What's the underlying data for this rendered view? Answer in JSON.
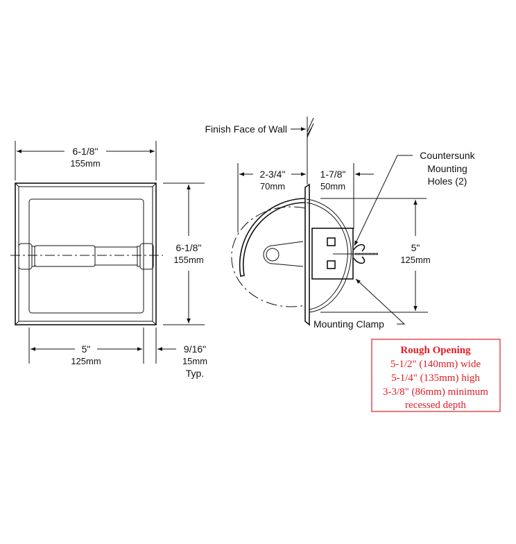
{
  "front_view": {
    "width_in": "6-1/8\"",
    "width_mm": "155mm",
    "height_in": "6-1/8\"",
    "height_mm": "155mm",
    "opening_in": "5\"",
    "opening_mm": "125mm",
    "flange_in": "9/16\"",
    "flange_mm": "15mm",
    "flange_note": "Typ."
  },
  "side_view": {
    "wall_label": "Finish Face of Wall",
    "projection_in": "2-3/4\"",
    "projection_mm": "70mm",
    "depth_in": "1-7/8\"",
    "depth_mm": "50mm",
    "holes_label": [
      "Countersunk",
      "Mounting",
      "Holes (2)"
    ],
    "height_in": "5\"",
    "height_mm": "125mm",
    "clamp_label": "Mounting Clamp"
  },
  "rough_opening": {
    "title": "Rough Opening",
    "lines": [
      "5-1/2\" (140mm) wide",
      "5-1/4\" (135mm) high",
      "3-3/8\" (86mm) minimum",
      "recessed depth"
    ],
    "color": "#e31b23"
  }
}
